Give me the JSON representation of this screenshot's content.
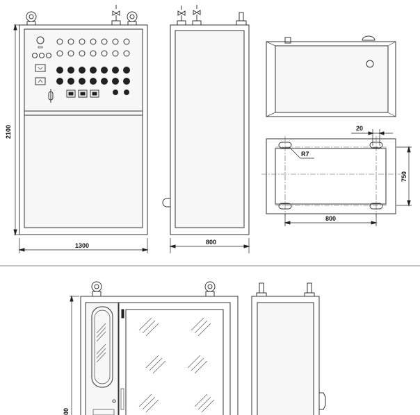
{
  "dimensions": {
    "front_height": "2100",
    "front_width": "1300",
    "side_depth": "800",
    "top_offset": "20",
    "slot_radius": "R7",
    "base_depth": "750",
    "base_width": "800",
    "lower_height_fragment": "00"
  }
}
